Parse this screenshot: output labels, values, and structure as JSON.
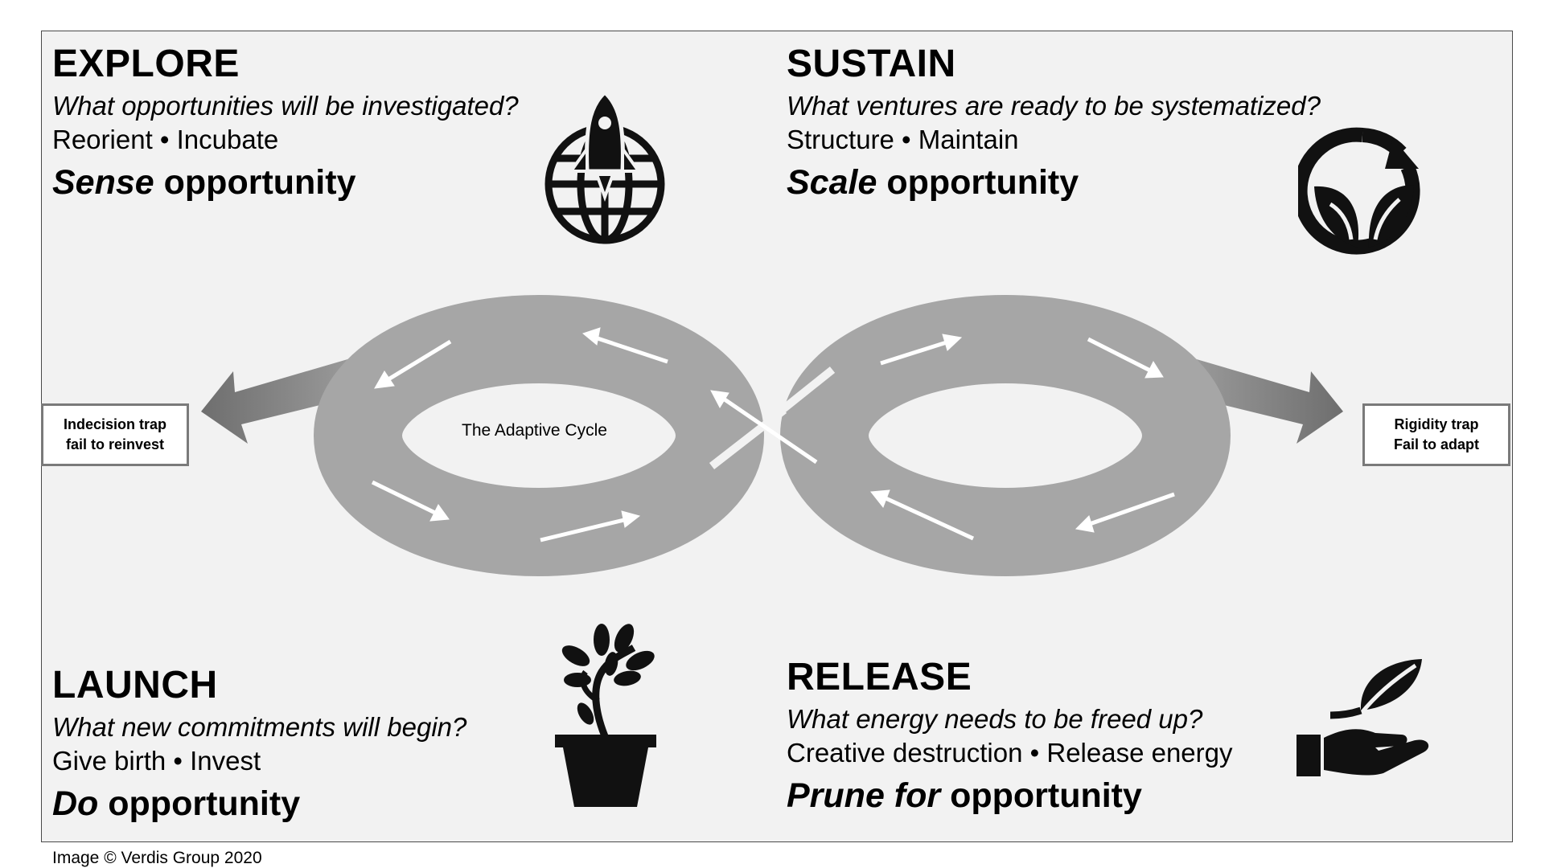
{
  "quadrants": {
    "explore": {
      "title": "EXPLORE",
      "question": "What opportunities will be investigated?",
      "actions": "Reorient • Incubate",
      "tagline_em": "Sense",
      "tagline_rest": " opportunity",
      "icon": "rocket-globe-icon"
    },
    "sustain": {
      "title": "SUSTAIN",
      "question": "What ventures are ready to be systematized?",
      "actions": "Structure • Maintain",
      "tagline_em": "Scale",
      "tagline_rest": " opportunity",
      "icon": "cycle-leaf-icon"
    },
    "launch": {
      "title": "LAUNCH",
      "question": "What new commitments will begin?",
      "actions": "Give birth • Invest",
      "tagline_em": "Do",
      "tagline_rest": " opportunity",
      "icon": "potted-plant-icon"
    },
    "release": {
      "title": "RELEASE",
      "question": "What energy needs to be freed up?",
      "actions": "Creative destruction • Release energy",
      "tagline_em": "Prune for",
      "tagline_rest": " opportunity",
      "icon": "hand-leaf-icon"
    }
  },
  "traps": {
    "left": {
      "line1": "Indecision trap",
      "line2": "fail to reinvest"
    },
    "right": {
      "line1": "Rigidity trap",
      "line2": "Fail to adapt"
    }
  },
  "cycle_label": "The Adaptive Cycle",
  "credit": "Image © Verdis Group 2020",
  "colors": {
    "panel": "#f2f2f2",
    "road": "#a6a6a6",
    "arrow_shaft": "#858585",
    "road_arrows": "#ffffff",
    "icons": "#111111"
  }
}
